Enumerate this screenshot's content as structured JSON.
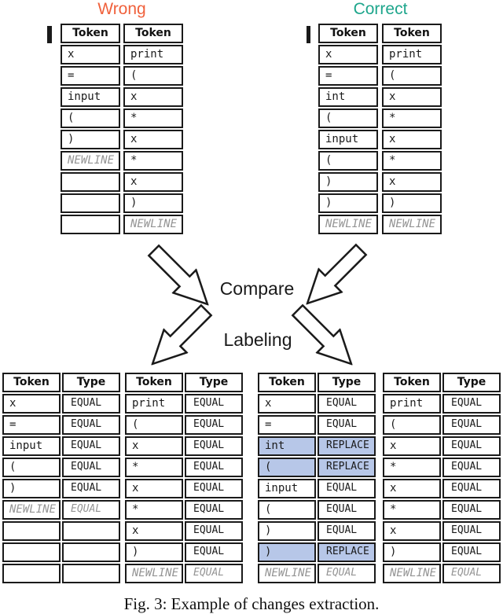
{
  "titles": {
    "wrong": "Wrong",
    "correct": "Correct",
    "wrong_color": "#f0613c",
    "correct_color": "#1ea68c"
  },
  "headers": {
    "token": "Token",
    "type": "Type"
  },
  "mid_labels": {
    "compare": "Compare",
    "labeling": "Labeling"
  },
  "top_tables": {
    "wrong_left": [
      "x",
      "=",
      "input",
      "(",
      ")",
      "NEWLINE",
      "",
      "",
      ""
    ],
    "wrong_right": [
      "print",
      "(",
      "x",
      "*",
      "x",
      "*",
      "x",
      ")",
      "NEWLINE"
    ],
    "correct_left": [
      "x",
      "=",
      "int",
      "(",
      "input",
      "(",
      ")",
      ")",
      "NEWLINE"
    ],
    "correct_right": [
      "print",
      "(",
      "x",
      "*",
      "x",
      "*",
      "x",
      ")",
      "NEWLINE"
    ]
  },
  "bottom_tables": {
    "wrong_left": [
      [
        "x",
        "EQUAL"
      ],
      [
        "=",
        "EQUAL"
      ],
      [
        "input",
        "EQUAL"
      ],
      [
        "(",
        "EQUAL"
      ],
      [
        ")",
        "EQUAL"
      ],
      [
        "NEWLINE",
        "EQUAL"
      ],
      [
        "",
        ""
      ],
      [
        "",
        ""
      ],
      [
        "",
        ""
      ]
    ],
    "wrong_right": [
      [
        "print",
        "EQUAL"
      ],
      [
        "(",
        "EQUAL"
      ],
      [
        "x",
        "EQUAL"
      ],
      [
        "*",
        "EQUAL"
      ],
      [
        "x",
        "EQUAL"
      ],
      [
        "*",
        "EQUAL"
      ],
      [
        "x",
        "EQUAL"
      ],
      [
        ")",
        "EQUAL"
      ],
      [
        "NEWLINE",
        "EQUAL"
      ]
    ],
    "correct_left": [
      [
        "x",
        "EQUAL"
      ],
      [
        "=",
        "EQUAL"
      ],
      [
        "int",
        "REPLACE"
      ],
      [
        "(",
        "REPLACE"
      ],
      [
        "input",
        "EQUAL"
      ],
      [
        "(",
        "EQUAL"
      ],
      [
        ")",
        "EQUAL"
      ],
      [
        ")",
        "REPLACE"
      ],
      [
        "NEWLINE",
        "EQUAL"
      ]
    ],
    "correct_right": [
      [
        "print",
        "EQUAL"
      ],
      [
        "(",
        "EQUAL"
      ],
      [
        "x",
        "EQUAL"
      ],
      [
        "*",
        "EQUAL"
      ],
      [
        "x",
        "EQUAL"
      ],
      [
        "*",
        "EQUAL"
      ],
      [
        "x",
        "EQUAL"
      ],
      [
        ")",
        "EQUAL"
      ],
      [
        "NEWLINE",
        "EQUAL"
      ]
    ]
  },
  "colors": {
    "highlight": "#b7c7e8",
    "muted_text": "#949494",
    "border": "#1a1a1a"
  },
  "caption": "Fig. 3: Example of changes extraction."
}
